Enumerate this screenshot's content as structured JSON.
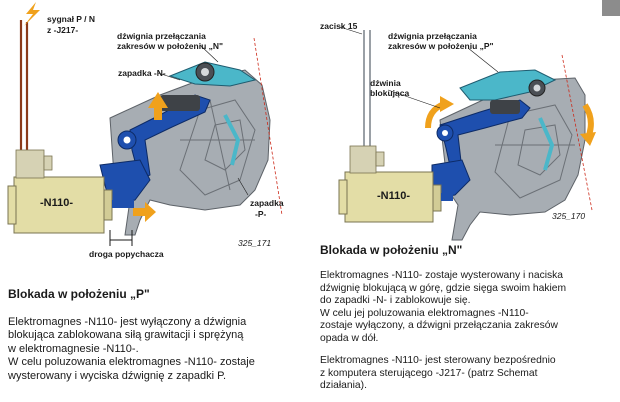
{
  "left": {
    "label_signal": "sygnał P / N",
    "label_signal2": "z -J217-",
    "label_lever_range": "dźwignia przełączania",
    "label_lever_range2": "zakresów w położeniu „N\"",
    "label_latch_n": "zapadka -N-",
    "label_latch_p": "zapadka",
    "label_latch_p2": "-P-",
    "label_pusher": "droga popychacza",
    "magnet": "-N110-",
    "figure": "325_171",
    "title": "Blokada w położeniu „P\"",
    "paragraph": [
      "Elektromagnes -N110- jest wyłączony a dźwignia",
      "blokująca zablokowana siłą grawitacji i sprężyną",
      "w elektromagnesie -N110-.",
      "W celu poluzowania elektromagnes -N110- zostaje",
      "wysterowany i wyciska dźwignię z zapadki P."
    ]
  },
  "right": {
    "label_clamp": "zacisk 15",
    "label_lever_range": "dźwignia przełączania",
    "label_lever_range2": "zakresów w położeniu „P\"",
    "label_block": "dźwinia",
    "label_block2": "blokująca",
    "magnet": "-N110-",
    "figure": "325_170",
    "title": "Blokada w położeniu „N\"",
    "paragraph1": [
      "Elektromagnes -N110- zostaje wysterowany i naciska",
      "dźwignię blokującą w górę, gdzie sięga swoim hakiem",
      "do zapadki -N- i zablokowuje się.",
      "W celu jej poluzowania elektromagnes -N110-",
      "zostaje wyłączony, a dźwigni przełączania zakresów",
      "opada w dół."
    ],
    "paragraph2": [
      "Elektromagnes -N110- jest sterowany bezpośrednio",
      "z komputera sterującego -J217- (patrz Schemat",
      "działania)."
    ]
  },
  "colors": {
    "blue": "#1e4fae",
    "gray": "#a7adb3",
    "yellow": "#e3dda6",
    "orange": "#f0a11c",
    "teal": "#4bb7c9"
  }
}
